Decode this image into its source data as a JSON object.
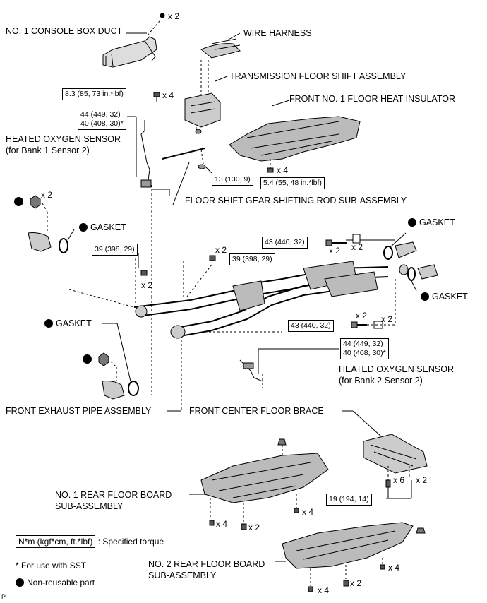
{
  "labels": {
    "console_duct": "NO. 1 CONSOLE BOX DUCT",
    "wire_harness": "WIRE HARNESS",
    "trans_shift": "TRANSMISSION FLOOR SHIFT ASSEMBLY",
    "heat_insulator": "FRONT NO. 1 FLOOR HEAT INSULATOR",
    "hos1_line1": "HEATED OXYGEN SENSOR",
    "hos1_line2": "(for Bank 1 Sensor 2)",
    "shift_rod": "FLOOR SHIFT GEAR SHIFTING ROD SUB-ASSEMBLY",
    "gasket": "GASKET",
    "hos2_line1": "HEATED OXYGEN SENSOR",
    "hos2_line2": "(for Bank 2 Sensor 2)",
    "front_pipe": "FRONT EXHAUST PIPE ASSEMBLY",
    "center_brace": "FRONT CENTER FLOOR BRACE",
    "rear_board1_line1": "NO. 1 REAR FLOOR BOARD",
    "rear_board1_line2": "SUB-ASSEMBLY",
    "rear_board2_line1": "NO. 2 REAR FLOOR BOARD",
    "rear_board2_line2": "SUB-ASSEMBLY"
  },
  "torques": {
    "t83": "8.3 (85, 73 in.*lbf)",
    "t44a_1": "44 (449, 32)",
    "t44a_2": "40 (408, 30)*",
    "t13": "13 (130, 9)",
    "t54": "5.4 (55, 48 in.*lbf)",
    "t39a": "39 (398, 29)",
    "t39b": "39 (398, 29)",
    "t43a": "43 (440, 32)",
    "t43b": "43 (440, 32)",
    "t44b_1": "44 (449, 32)",
    "t44b_2": "40 (408, 30)*",
    "t19": "19 (194, 14)"
  },
  "quantities": {
    "q_duct": "x 2",
    "q_trans": "x 4",
    "q_insul": "x 4",
    "q_left_nut": "x 2",
    "q_39a": "x 2",
    "q_39b": "x 2",
    "q_43a_1": "x 2",
    "q_43a_2": "x 2",
    "q_43b_1": "x 2",
    "q_43b_2": "x 2",
    "q_brace6": "x 6",
    "q_brace2": "x 2",
    "q_rb1_a": "x 4",
    "q_rb1_b": "x 2",
    "q_rb1_c": "x 4",
    "q_rb2_a": "x 4",
    "q_rb2_b": "x 2",
    "q_rb2_c": "x 4"
  },
  "legend": {
    "unit_box": "N*m (kgf*cm, ft.*lbf)",
    "unit_text": ": Specified torque",
    "sst_note": "* For use with SST",
    "nonreusable": "Non-reusable part"
  },
  "corner_mark": "P"
}
